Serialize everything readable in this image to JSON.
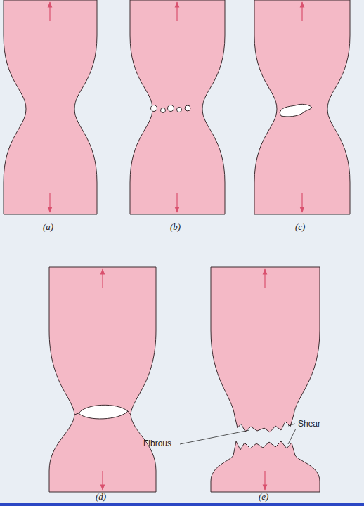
{
  "diagram": {
    "labels": [
      "(a)",
      "(b)",
      "(c)",
      "(d)",
      "(e)",
      "Fibrous",
      "Shear"
    ]
  }
}
